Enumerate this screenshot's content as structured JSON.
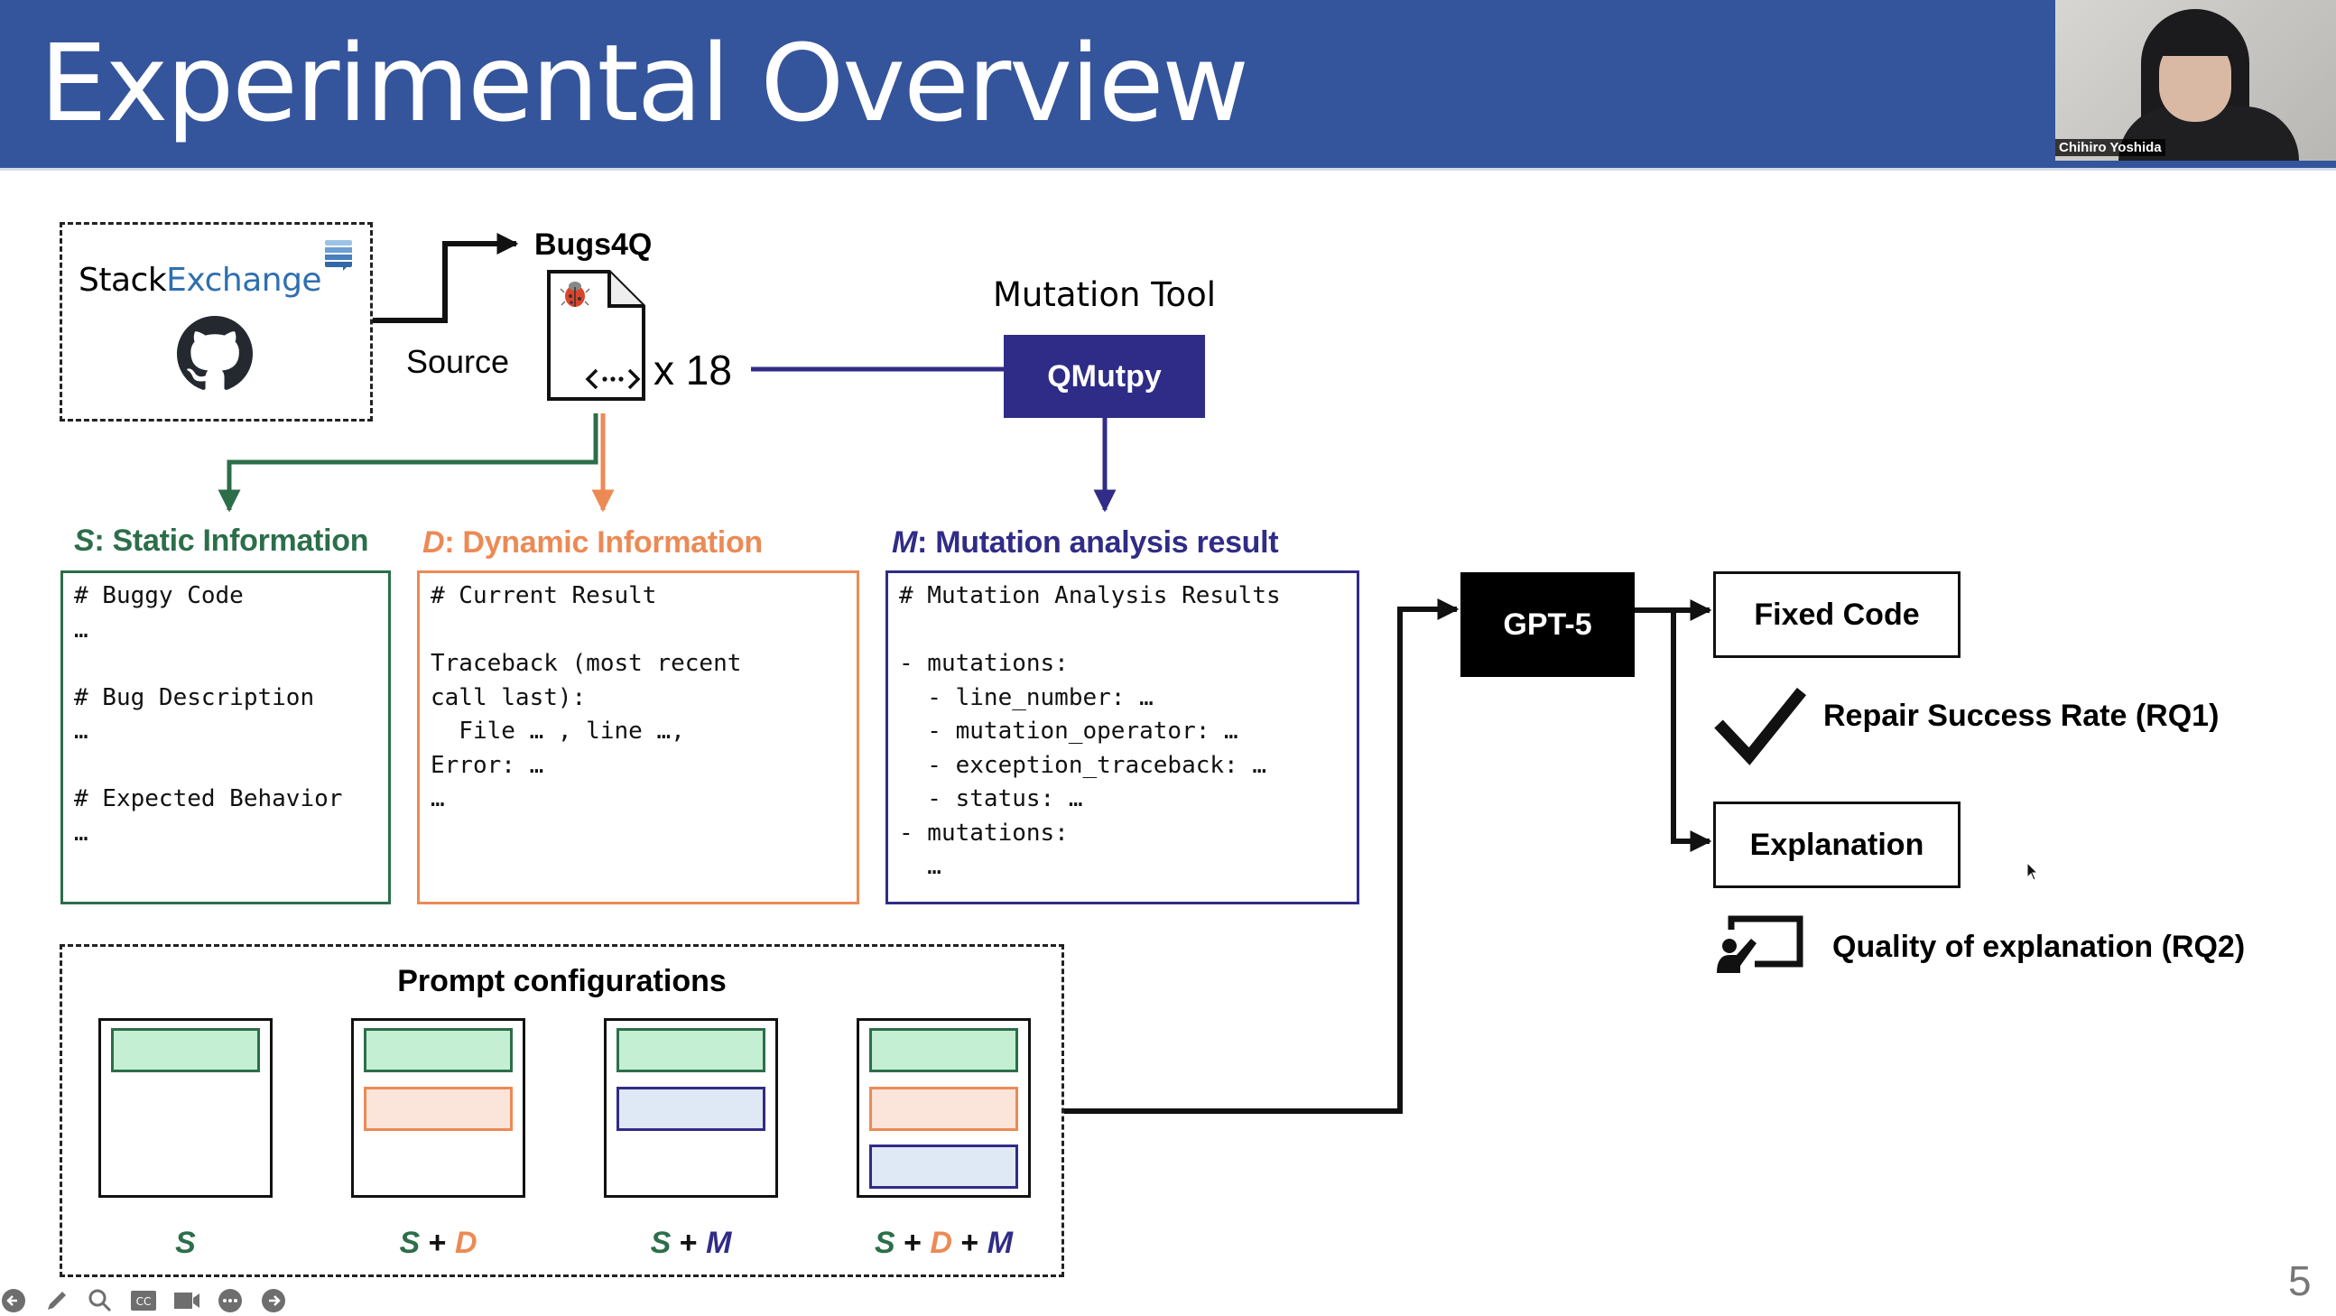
{
  "slide": {
    "title": "Experimental Overview",
    "page_number": "5"
  },
  "video": {
    "participant_name": "Chihiro Yoshida"
  },
  "sources": {
    "stack_part1": "Stack",
    "stack_part2": "Exchange",
    "source_label": "Source"
  },
  "dataset": {
    "name": "Bugs4Q",
    "count_label": "x 18"
  },
  "mutation": {
    "tool_label": "Mutation Tool",
    "tool_name": "QMutpy"
  },
  "sections": {
    "static": {
      "letter": "S",
      "title": ": Static Information",
      "lines": "# Buggy Code\n…\n\n# Bug Description\n…\n\n# Expected Behavior\n…"
    },
    "dynamic": {
      "letter": "D",
      "title": ": Dynamic Information",
      "lines": "# Current Result\n\nTraceback (most recent\ncall last):\n  File … , line …,\nError: …\n…"
    },
    "mutation": {
      "letter": "M",
      "title": ": Mutation analysis result",
      "lines": "# Mutation Analysis Results\n\n- mutations:\n  - line_number: …\n  - mutation_operator: …\n  - exception_traceback: …\n  - status: …\n- mutations:\n  …"
    }
  },
  "model": {
    "name": "GPT-5"
  },
  "outputs": {
    "fixed_code": "Fixed Code",
    "rq1": "Repair Success Rate (RQ1)",
    "explanation": "Explanation",
    "rq2": "Quality of explanation (RQ2)"
  },
  "prompt_configs": {
    "title": "Prompt configurations",
    "configs": [
      {
        "parts": [
          "S"
        ]
      },
      {
        "parts": [
          "S",
          "D"
        ]
      },
      {
        "parts": [
          "S",
          "M"
        ]
      },
      {
        "parts": [
          "S",
          "D",
          "M"
        ]
      }
    ],
    "plus": "+"
  },
  "colors": {
    "header": "#34559c",
    "static": "#2c6e4a",
    "dynamic": "#ec8a55",
    "mutation": "#302c87"
  },
  "toolbar": {
    "buttons": [
      "previous-slide",
      "pen",
      "zoom",
      "closed-captions",
      "camera",
      "more-options",
      "next-slide"
    ]
  }
}
